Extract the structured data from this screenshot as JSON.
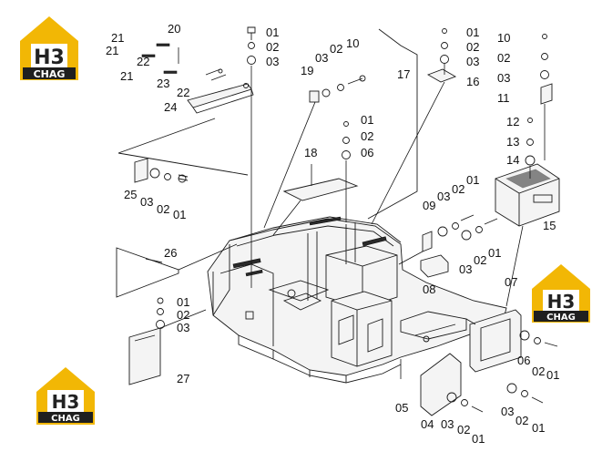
{
  "logos": [
    {
      "id": "logo-top-left",
      "mark": "H3",
      "brand": "CHAG",
      "color": "#f2b705"
    },
    {
      "id": "logo-right",
      "mark": "H3",
      "brand": "CHAG",
      "color": "#f2b705"
    },
    {
      "id": "logo-bottom-left",
      "mark": "H3",
      "brand": "CHAG",
      "color": "#f2b705"
    }
  ],
  "callouts": {
    "c20": "20",
    "c21a": "21",
    "c21b": "21",
    "c21c": "21",
    "c22a": "22",
    "c22b": "22",
    "c23": "23",
    "c24": "24",
    "c25": "25",
    "c26": "26",
    "c27": "27",
    "c01a": "01",
    "c02a": "02",
    "c03a": "03",
    "c19": "19",
    "c03b": "03",
    "c02b": "02",
    "c10a": "10",
    "c01b": "01",
    "c02c": "02",
    "c06a": "06",
    "c18": "18",
    "c17": "17",
    "c01c": "01",
    "c02d": "02",
    "c03c": "03",
    "c16": "16",
    "c10b": "10",
    "c02e": "02",
    "c03d": "03",
    "c11": "11",
    "c12": "12",
    "c13": "13",
    "c14": "14",
    "c15": "15",
    "c25_03": "03",
    "c25_02": "02",
    "c25_01": "01",
    "c09": "09",
    "c03e": "03",
    "c02f": "02",
    "c01d": "01",
    "c03f": "03",
    "c02g": "02",
    "c01e": "01",
    "c08": "08",
    "c01f": "01",
    "c02h": "02",
    "c03g": "03",
    "c07": "07",
    "c06b": "06",
    "c02i": "02",
    "c01g": "01",
    "c05": "05",
    "c04": "04",
    "c03h": "03",
    "c02j": "02",
    "c01h": "01",
    "c03i": "03",
    "c02k": "02",
    "c01i": "01"
  }
}
